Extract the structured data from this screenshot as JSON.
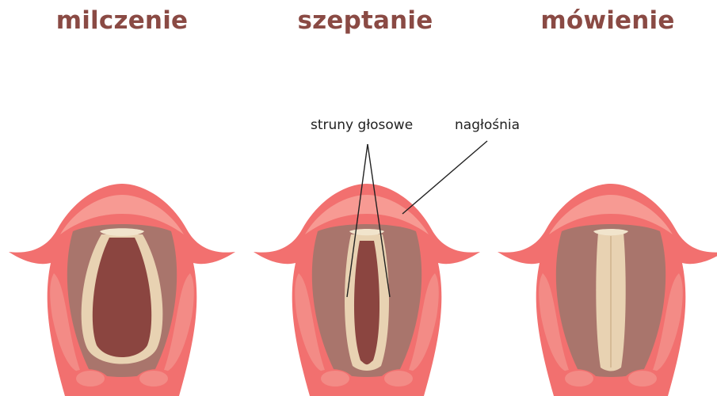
{
  "titles": {
    "silence": "milczenie",
    "whisper": "szeptanie",
    "speech": "mówienie"
  },
  "labels": {
    "vocal_cords": "struny głosowe",
    "epiglottis": "nagłośnia"
  },
  "colors": {
    "title": "#8a4a44",
    "outer_pink": "#f2706f",
    "inner_pink": "#f38b86",
    "cavity": "#a9756c",
    "glottis": "#8b4540",
    "cord": "#e8d2b2",
    "cord_shade": "#d6bb97",
    "leader": "#222222"
  }
}
